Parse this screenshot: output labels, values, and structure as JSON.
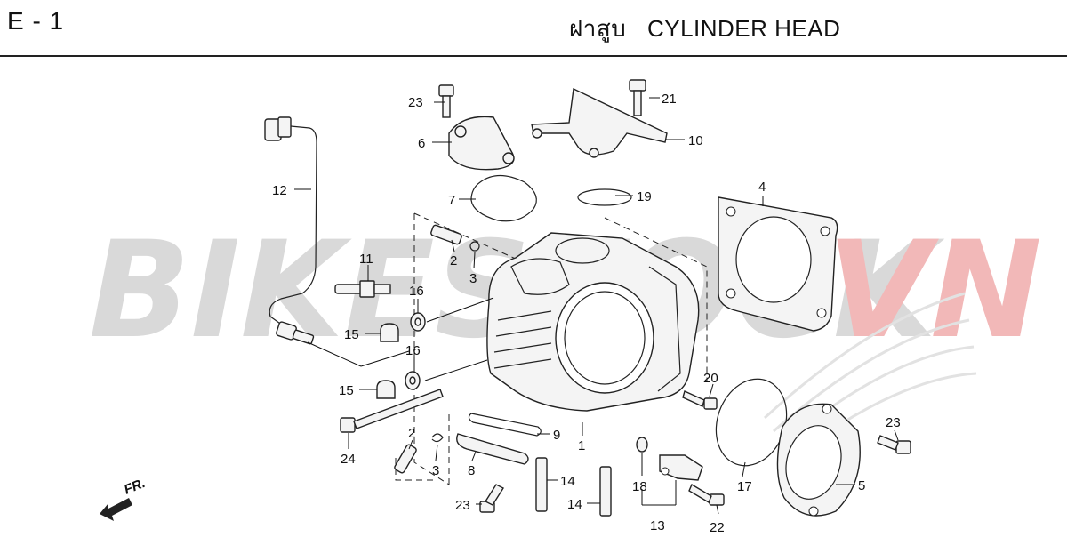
{
  "header": {
    "page_code": "E - 1",
    "title_th": "ฝาสูบ",
    "title_en": "CYLINDER HEAD"
  },
  "watermark": {
    "text_a": "BIKESTOCK",
    "text_b": "VN",
    "color_a": "#d9d9d9",
    "color_b": "#f2b8b8"
  },
  "direction": {
    "label": "FR."
  },
  "callouts": {
    "c23a": "23",
    "c21": "21",
    "c6": "6",
    "c10": "10",
    "c12": "12",
    "c7": "7",
    "c19": "19",
    "c4": "4",
    "c2a": "2",
    "c3a": "3",
    "c11": "11",
    "c16a": "16",
    "c15a": "15",
    "c16b": "16",
    "c15b": "15",
    "c20": "20",
    "c24": "24",
    "c2b": "2",
    "c3b": "3",
    "c9": "9",
    "c1": "1",
    "c8": "8",
    "c14a": "14",
    "c14b": "14",
    "c23b": "23",
    "c18": "18",
    "c13": "13",
    "c22": "22",
    "c17": "17",
    "c23c": "23",
    "c5": "5"
  }
}
